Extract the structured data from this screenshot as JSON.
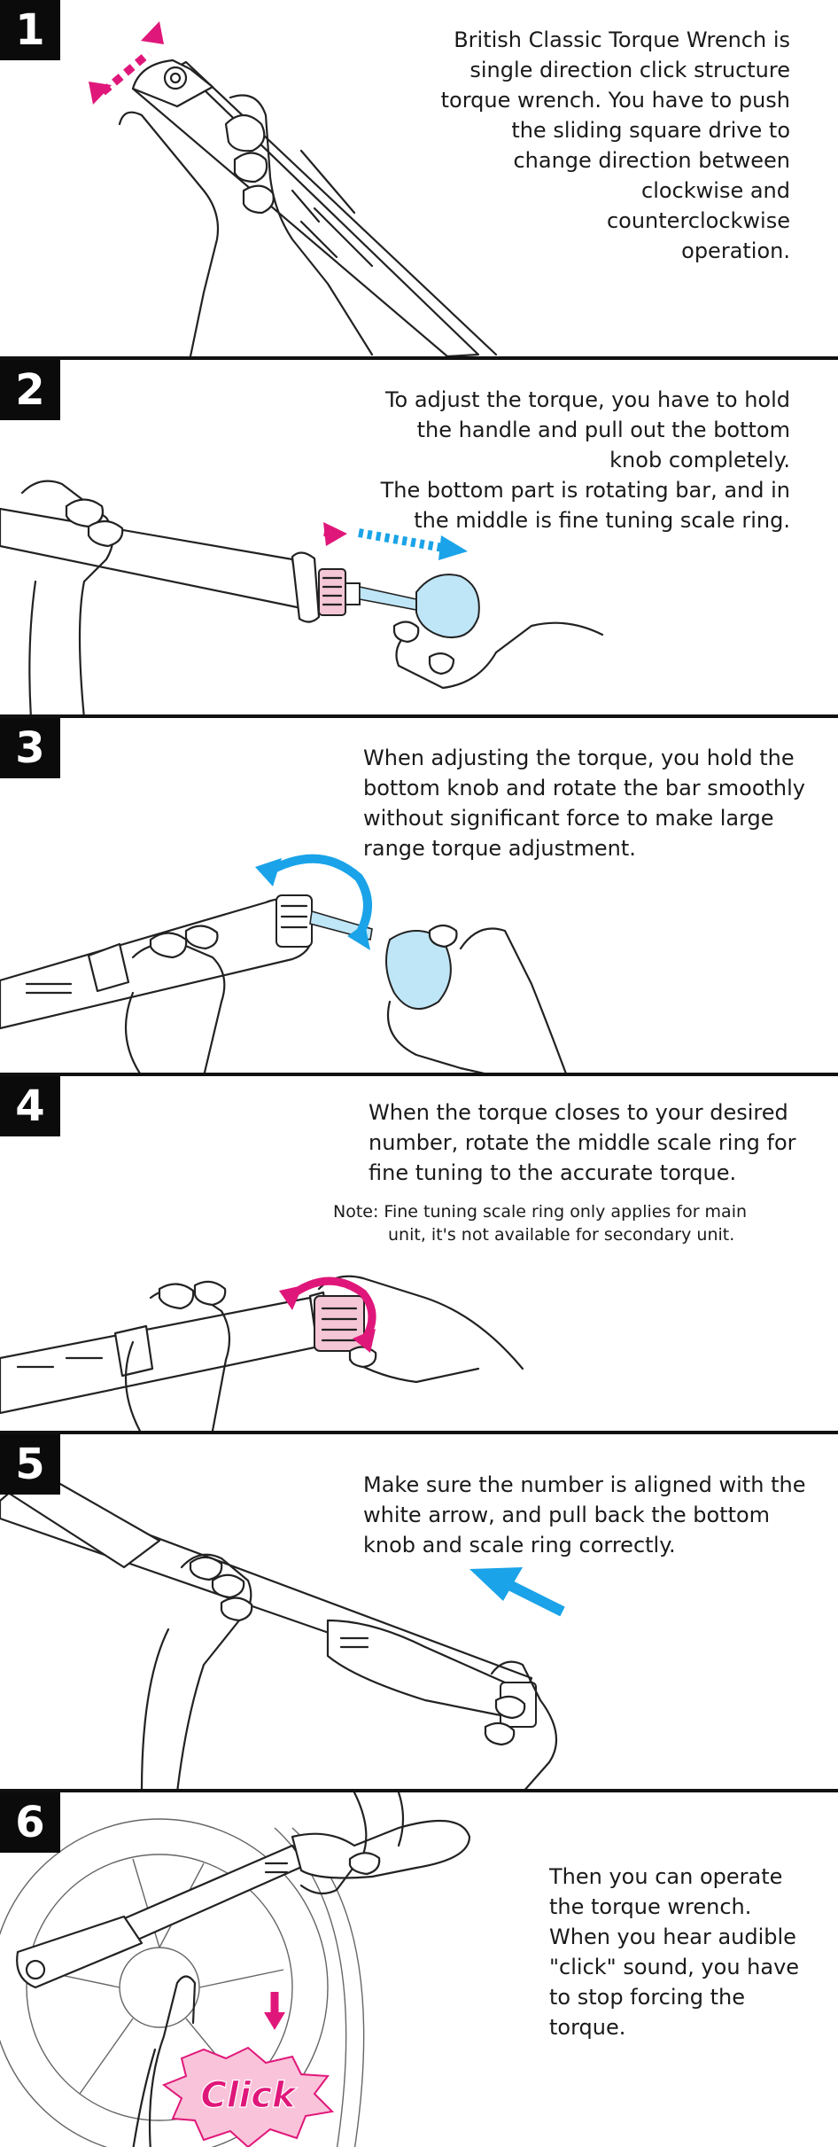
{
  "colors": {
    "magenta": "#e0177a",
    "blue": "#1aa3e8",
    "pink_ring": "#f4c6d6",
    "light_blue": "#bfe6f7"
  },
  "steps": [
    {
      "number": "1",
      "lines": [
        "British Classic Torque Wrench is",
        "single direction click structure",
        "torque wrench. You have to push",
        "the sliding square drive to",
        "change direction between",
        "clockwise and",
        "counterclockwise",
        "operation."
      ]
    },
    {
      "number": "2",
      "lines": [
        "To adjust the torque, you have to hold",
        "the handle and pull out the bottom",
        "knob completely.",
        "The bottom part is rotating bar, and in",
        "the middle is fine tuning scale ring."
      ]
    },
    {
      "number": "3",
      "lines": [
        "When adjusting the torque, you hold the",
        "bottom knob and rotate the bar smoothly",
        "without significant force to make large",
        "range torque adjustment."
      ]
    },
    {
      "number": "4",
      "lines": [
        "When the torque closes to your desired",
        "number, rotate the middle scale ring for",
        "fine tuning to the accurate torque."
      ],
      "note_lines": [
        "Note: Fine tuning scale ring only applies for main",
        "unit, it's not available for secondary unit."
      ]
    },
    {
      "number": "5",
      "lines": [
        "Make sure the number is aligned with the",
        "white arrow, and pull back the bottom",
        "knob and scale ring correctly."
      ]
    },
    {
      "number": "6",
      "lines": [
        "Then you can operate",
        "the torque wrench.",
        "When you hear audible",
        "\"click\" sound, you have",
        "to stop forcing the",
        "torque."
      ],
      "click_label": "Click"
    }
  ]
}
